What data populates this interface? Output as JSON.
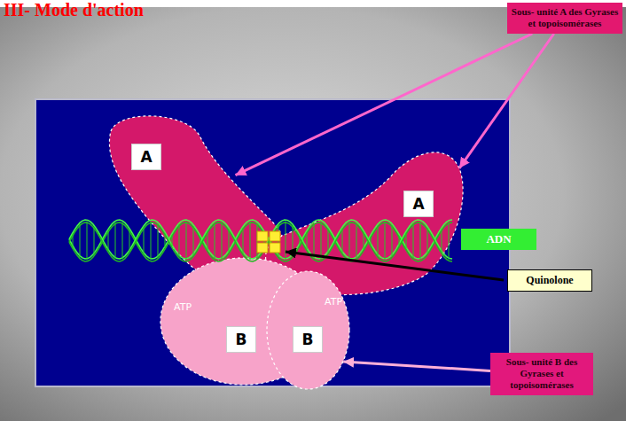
{
  "diagram": {
    "title": "III- Mode d'action",
    "nodes": [
      {
        "text": [
          "Sous- unité A des Gyrases et topoisomérases"
        ]
      },
      {
        "text": [
          "A"
        ]
      },
      {
        "text": [
          "A"
        ]
      },
      {
        "text": [
          "ADN"
        ]
      },
      {
        "text": [
          "Quinolone"
        ]
      },
      {
        "text": [
          "B"
        ]
      },
      {
        "text": [
          "B"
        ]
      },
      {
        "text": [
          "Sous- unité B des Gyrases et topoisomérases"
        ]
      }
    ],
    "edges": [
      {
        "from": 0,
        "to": 1,
        "arrow": "to"
      },
      {
        "from": 0,
        "to": 2,
        "arrow": "to"
      },
      {
        "from": 7,
        "to": 6,
        "arrow": "to"
      }
    ],
    "labels": [
      "ATP",
      "ATP"
    ]
  }
}
